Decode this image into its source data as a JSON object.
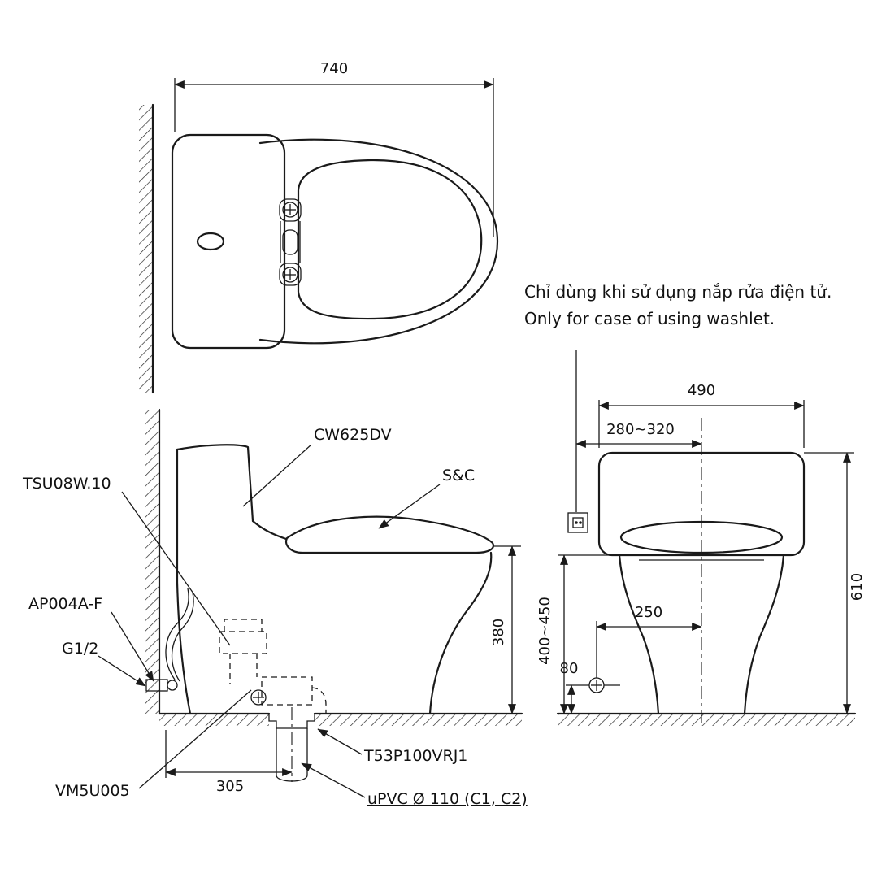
{
  "note": {
    "line1": "Chỉ dùng khi sử dụng nắp rửa điện tử.",
    "line2": "Only for case of using washlet."
  },
  "labels": {
    "model": "CW625DV",
    "seat": "S&C",
    "fill_valve": "TSU08W.10",
    "angle_valve": "AP004A-F",
    "thread": "G1/2",
    "joint": "VM5U005",
    "flange": "T53P100VRJ1",
    "pipe": "uPVC Ø 110 (C1, C2)"
  },
  "dimensions": {
    "plan_width": "740",
    "seat_height": "380",
    "rough_in": "305",
    "tank_width": "490",
    "outlet_range": "280~320",
    "overall_height": "610",
    "height_range": "400~450",
    "supply_offset": "250",
    "supply_height": "80"
  },
  "colors": {
    "line": "#1a1a1a",
    "background": "#ffffff"
  }
}
